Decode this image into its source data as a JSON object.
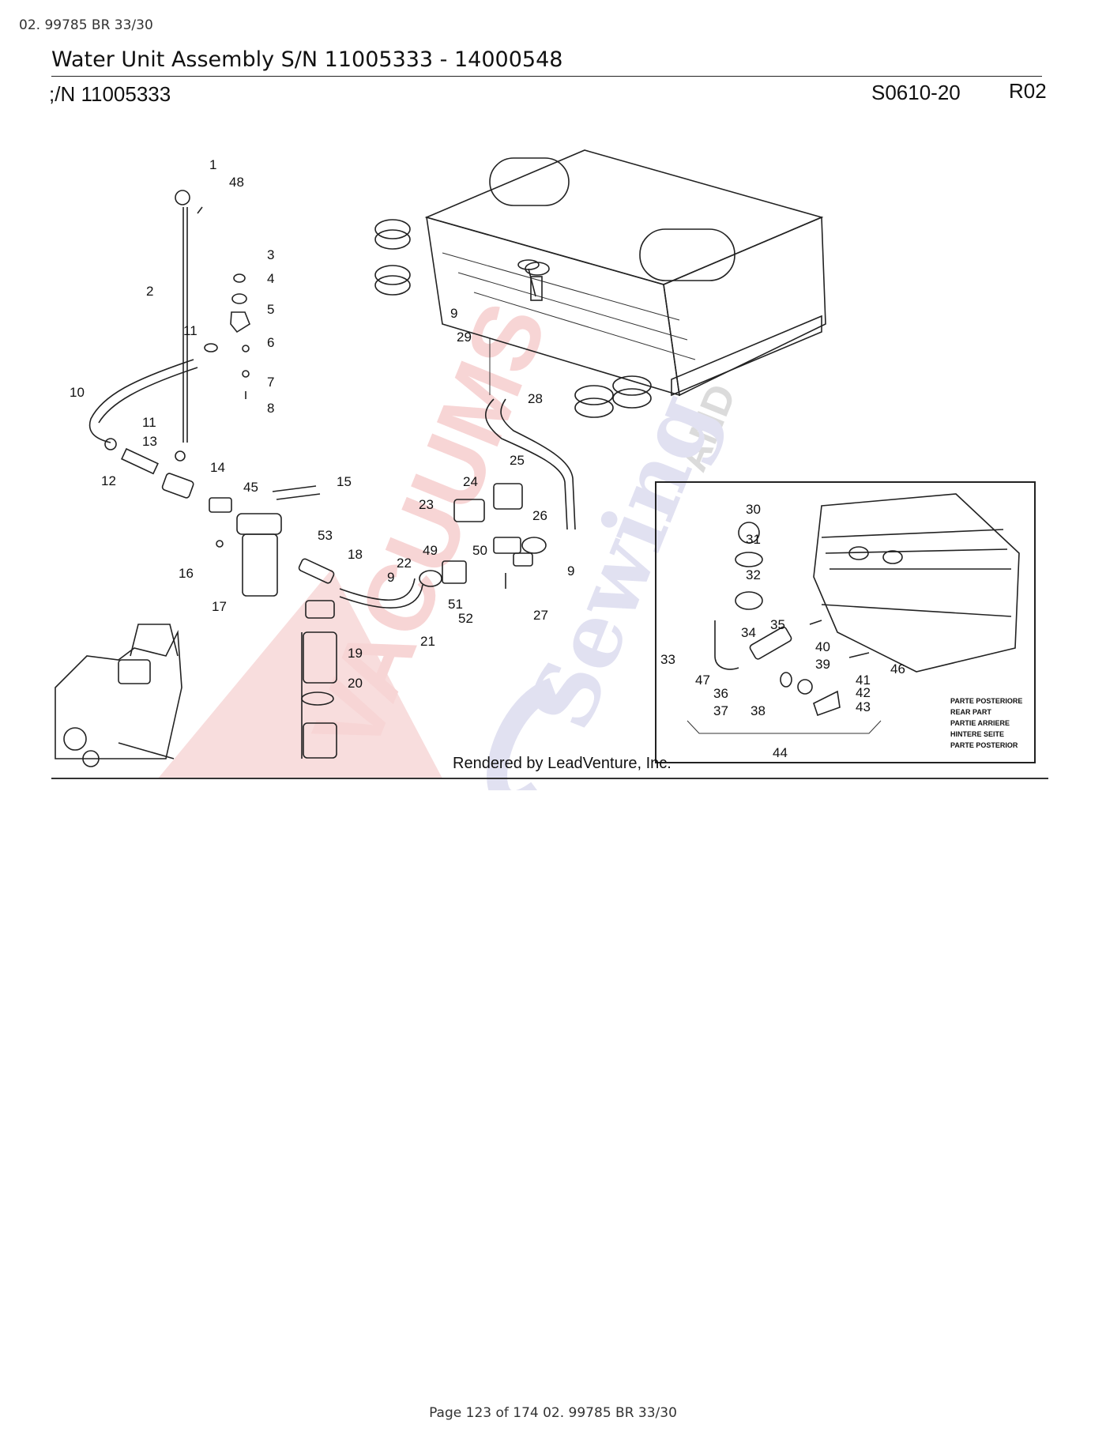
{
  "header": {
    "doc_id": "02. 99785 BR 33/30",
    "title": "Water Unit Assembly S/N 11005333 - 14000548",
    "serial": ";/N 11005333",
    "drawing_no": "S0610-20",
    "revision": "R02"
  },
  "diagram": {
    "callouts": [
      "1",
      "48",
      "2",
      "3",
      "4",
      "5",
      "11",
      "6",
      "7",
      "8",
      "10",
      "11",
      "13",
      "12",
      "14",
      "45",
      "15",
      "53",
      "16",
      "17",
      "18",
      "19",
      "20",
      "9",
      "29",
      "28",
      "23",
      "24",
      "25",
      "26",
      "49",
      "50",
      "22",
      "9",
      "51",
      "52",
      "27",
      "9",
      "21",
      "30",
      "31",
      "32",
      "33",
      "34",
      "35",
      "40",
      "39",
      "41",
      "42",
      "43",
      "36",
      "37",
      "38",
      "47",
      "46",
      "44"
    ],
    "rear_part_labels": [
      "PARTE POSTERIORE",
      "REAR PART",
      "PARTIE ARRIERE",
      "HINTERE SEITE",
      "PARTE POSTERIOR"
    ],
    "watermark": {
      "brand": "VACUUMS",
      "word1": "AND",
      "word2": "Sewing",
      "suffix": "etc"
    }
  },
  "credit": "Rendered by LeadVenture, Inc.",
  "footer": "Page 123 of 174 02. 99785 BR 33/30",
  "colors": {
    "watermark_red": "#f3c2c2",
    "watermark_blue": "#c8c8e6",
    "line": "#222222"
  }
}
